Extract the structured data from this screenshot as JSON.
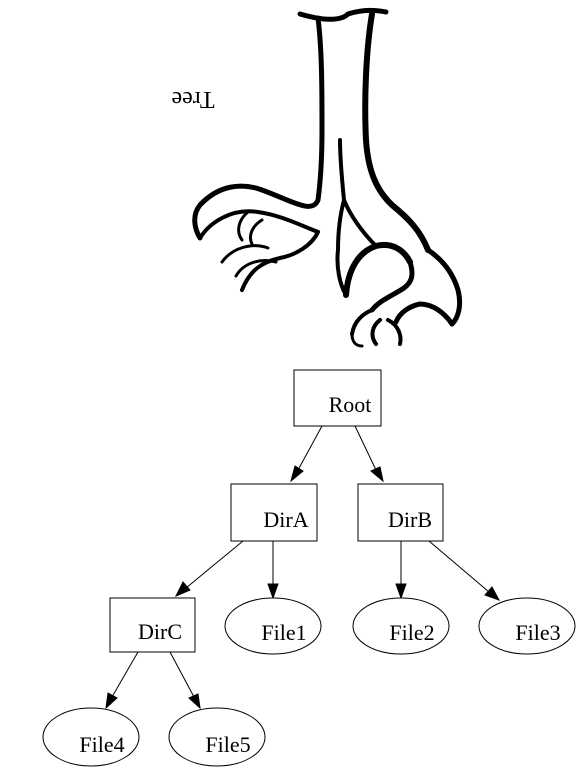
{
  "title": "Tree",
  "nodes": {
    "root": "Root",
    "dira": "DirA",
    "dirb": "DirB",
    "dirc": "DirC",
    "file1": "File1",
    "file2": "File2",
    "file3": "File3",
    "file4": "File4",
    "file5": "File5"
  },
  "edges": [
    [
      "root",
      "dira"
    ],
    [
      "root",
      "dirb"
    ],
    [
      "dira",
      "dirc"
    ],
    [
      "dira",
      "file1"
    ],
    [
      "dirb",
      "file2"
    ],
    [
      "dirb",
      "file3"
    ],
    [
      "dirc",
      "file4"
    ],
    [
      "dirc",
      "file5"
    ]
  ]
}
